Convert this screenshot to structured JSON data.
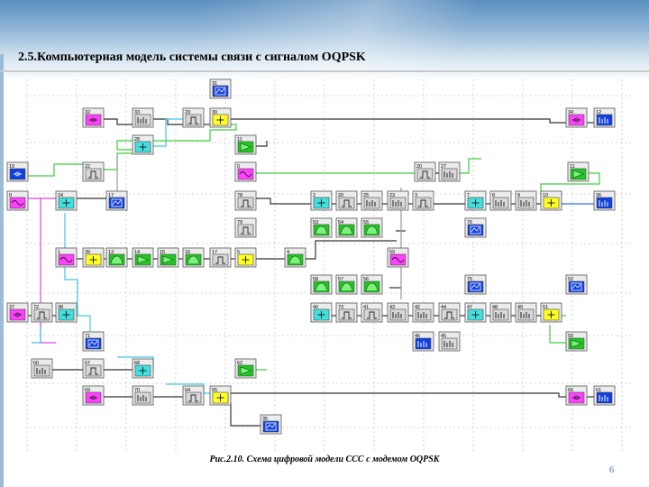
{
  "title": "2.5.Компьютерная модель системы связи с сигналом OQPSK",
  "caption": "Рис.2.10. Схема цифровой модели СCC с модемом OQPSK",
  "page_number": "6",
  "colors": {
    "grid": "#c8c8c8",
    "wire_dark": "#333333",
    "wire_green": "#3ecf3e",
    "wire_magenta": "#e040e0",
    "wire_cyan": "#40c8e0",
    "wire_blue": "#3a6ee8",
    "wire_gray": "#9a9a9a",
    "tile_border": "#555555",
    "icon_magenta": "#ff40ff",
    "icon_yellow": "#ffff20",
    "icon_green": "#20c820",
    "icon_cyan": "#40e0e0",
    "icon_blue": "#1040e0",
    "icon_gray": "#d8d8d8"
  },
  "blocks": [
    {
      "num": "31",
      "icon": "blue-meter-icon"
    },
    {
      "num": "32",
      "icon": "magenta-source-icon"
    },
    {
      "num": "33",
      "icon": "gray-sampler-icon"
    },
    {
      "num": "29",
      "icon": "gray-delay-icon"
    },
    {
      "num": "30",
      "icon": "yellow-adder-icon"
    },
    {
      "num": "34",
      "icon": "magenta-multiplier-icon"
    },
    {
      "num": "12",
      "icon": "blue-analyzer-icon"
    },
    {
      "num": "28",
      "icon": "cyan-summator-icon"
    },
    {
      "num": "11",
      "icon": "green-amplifier-icon"
    },
    {
      "num": "19",
      "icon": "blue-generator-icon"
    },
    {
      "num": "22",
      "icon": "gray-integrator-icon"
    },
    {
      "num": "0",
      "icon": "magenta-sine-icon"
    },
    {
      "num": "20",
      "icon": "gray-integrator-icon"
    },
    {
      "num": "27",
      "icon": "gray-sampler-icon"
    },
    {
      "num": "11",
      "icon": "green-amplifier-icon"
    },
    {
      "num": "0",
      "icon": "magenta-oscillator-icon"
    },
    {
      "num": "24",
      "icon": "cyan-summator-icon"
    },
    {
      "num": "17",
      "icon": "blue-scope-icon"
    },
    {
      "num": "78",
      "icon": "gray-switch-icon"
    },
    {
      "num": "2",
      "icon": "cyan-summator-icon"
    },
    {
      "num": "20",
      "icon": "gray-integrator-icon"
    },
    {
      "num": "25",
      "icon": "gray-sampler-icon"
    },
    {
      "num": "23",
      "icon": "gray-sampler-icon"
    },
    {
      "num": "3",
      "icon": "gray-integrator-icon"
    },
    {
      "num": "7",
      "icon": "cyan-summator-icon"
    },
    {
      "num": "8",
      "icon": "gray-sampler-icon"
    },
    {
      "num": "9",
      "icon": "gray-sampler-icon"
    },
    {
      "num": "10",
      "icon": "yellow-adder-icon"
    },
    {
      "num": "36",
      "icon": "blue-analyzer-icon"
    },
    {
      "num": "53",
      "icon": "green-filter-icon"
    },
    {
      "num": "54",
      "icon": "green-filter-icon"
    },
    {
      "num": "55",
      "icon": "green-filter-icon"
    },
    {
      "num": "76",
      "icon": "blue-scope-icon"
    },
    {
      "num": "79",
      "icon": "gray-switch-icon"
    },
    {
      "num": "1",
      "icon": "magenta-oscillator-icon"
    },
    {
      "num": "39",
      "icon": "yellow-adder-icon"
    },
    {
      "num": "13",
      "icon": "green-filter-icon"
    },
    {
      "num": "14",
      "icon": "green-amplifier-icon"
    },
    {
      "num": "15",
      "icon": "green-amplifier-icon"
    },
    {
      "num": "16",
      "icon": "green-filter-icon"
    },
    {
      "num": "17",
      "icon": "gray-switch-icon"
    },
    {
      "num": "5",
      "icon": "yellow-adder-icon"
    },
    {
      "num": "4",
      "icon": "green-filter-icon"
    },
    {
      "num": "59",
      "icon": "magenta-oscillator-icon"
    },
    {
      "num": "58",
      "icon": "green-filter-icon"
    },
    {
      "num": "57",
      "icon": "green-filter-icon"
    },
    {
      "num": "56",
      "icon": "green-filter-icon"
    },
    {
      "num": "75",
      "icon": "blue-scope-icon"
    },
    {
      "num": "52",
      "icon": "blue-meter-icon"
    },
    {
      "num": "37",
      "icon": "magenta-source-icon"
    },
    {
      "num": "72",
      "icon": "gray-integrator-icon"
    },
    {
      "num": "38",
      "icon": "cyan-summator-icon"
    },
    {
      "num": "40",
      "icon": "cyan-summator-icon"
    },
    {
      "num": "73",
      "icon": "gray-integrator-icon"
    },
    {
      "num": "41",
      "icon": "gray-integrator-icon"
    },
    {
      "num": "43",
      "icon": "gray-sampler-icon"
    },
    {
      "num": "42",
      "icon": "gray-sampler-icon"
    },
    {
      "num": "44",
      "icon": "gray-integrator-icon"
    },
    {
      "num": "47",
      "icon": "cyan-summator-icon"
    },
    {
      "num": "48",
      "icon": "gray-sampler-icon"
    },
    {
      "num": "49",
      "icon": "gray-sampler-icon"
    },
    {
      "num": "51",
      "icon": "yellow-adder-icon"
    },
    {
      "num": "71",
      "icon": "blue-scope-icon"
    },
    {
      "num": "46",
      "icon": "blue-analyzer-icon"
    },
    {
      "num": "45",
      "icon": "gray-sampler-icon"
    },
    {
      "num": "50",
      "icon": "green-amplifier-icon"
    },
    {
      "num": "60",
      "icon": "gray-sampler-icon"
    },
    {
      "num": "67",
      "icon": "gray-integrator-icon"
    },
    {
      "num": "68",
      "icon": "cyan-summator-icon"
    },
    {
      "num": "62",
      "icon": "green-amplifier-icon"
    },
    {
      "num": "69",
      "icon": "magenta-source-icon"
    },
    {
      "num": "70",
      "icon": "gray-sampler-icon"
    },
    {
      "num": "64",
      "icon": "gray-delay-icon"
    },
    {
      "num": "65",
      "icon": "yellow-adder-icon"
    },
    {
      "num": "66",
      "icon": "magenta-multiplier-icon"
    },
    {
      "num": "61",
      "icon": "blue-analyzer-icon"
    },
    {
      "num": "35",
      "icon": "blue-meter-icon"
    }
  ]
}
